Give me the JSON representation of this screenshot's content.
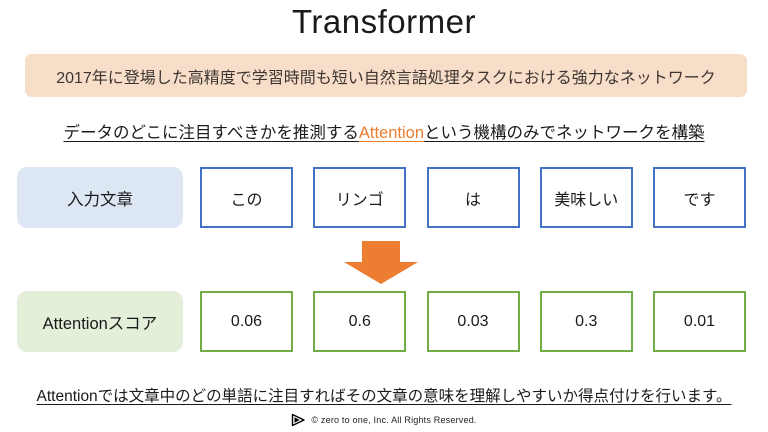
{
  "title": "Transformer",
  "banner": {
    "text": "2017年に登場した高精度で学習時間も短い自然言語処理タスクにおける強力なネットワーク"
  },
  "subtitle": {
    "prefix": "データのどこに注目すべきかを推測する",
    "highlight": "Attention",
    "suffix": "という機構のみでネットワークを構築"
  },
  "input_row": {
    "label": "入力文章",
    "words": [
      "この",
      "リンゴ",
      "は",
      "美味しい",
      "です"
    ]
  },
  "score_row": {
    "label": "Attentionスコア",
    "scores": [
      "0.06",
      "0.6",
      "0.03",
      "0.3",
      "0.01"
    ]
  },
  "footnote": "Attentionでは文章中のどの単語に注目すればその文章の意味を理解しやすいか得点付けを行います。",
  "footer": {
    "copyright": "©  zero to one, Inc. All Rights Reserved."
  },
  "icons": {
    "arrow": "down-block-arrow",
    "logo": "zero-to-one-play-triangle"
  },
  "colors": {
    "accent_orange": "#ED7D31",
    "banner_bg": "#F7DEC9",
    "input_border": "#4472C4",
    "input_label_bg": "#DCE7F3",
    "score_border": "#70AD47",
    "score_label_bg": "#E3EFD9"
  }
}
